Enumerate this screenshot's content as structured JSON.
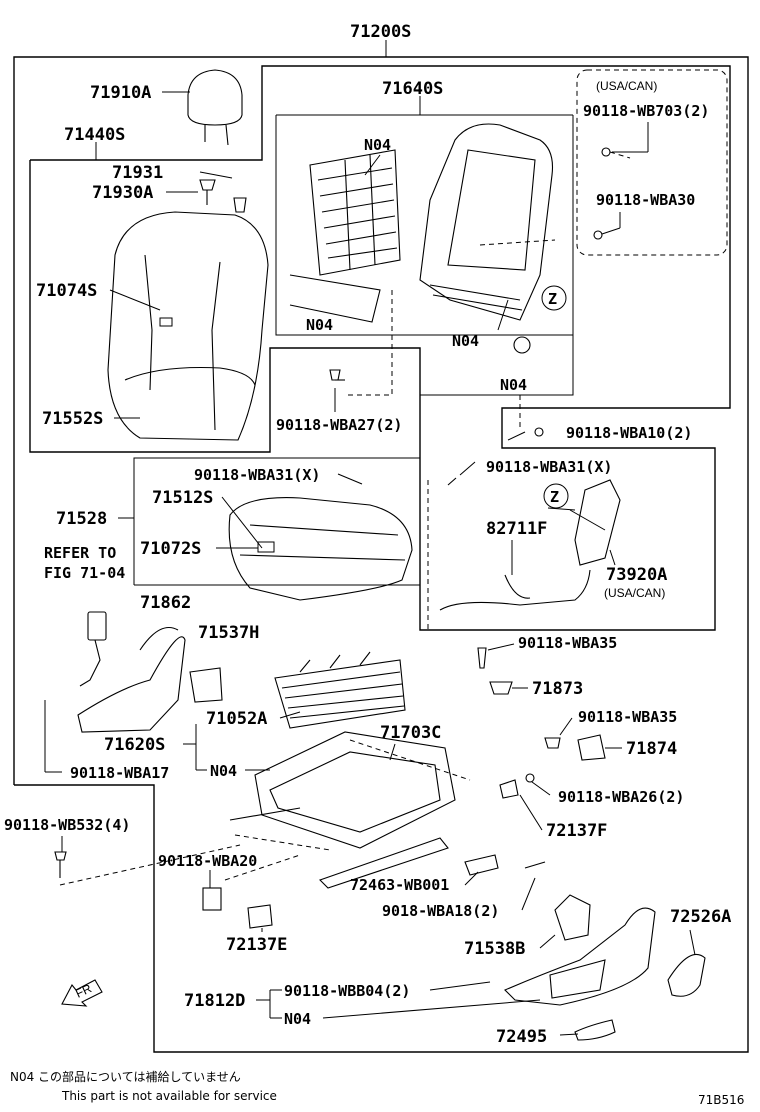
{
  "assembly": {
    "main_label": "71200S"
  },
  "parts": {
    "p71910A": "71910A",
    "p71440S": "71440S",
    "p71931": "71931",
    "p71930A": "71930A",
    "p71074S": "71074S",
    "p71552S": "71552S",
    "p71640S": "71640S",
    "n04_springs_top": "N04",
    "n04_springs_bottom": "N04",
    "n04_frame": "N04",
    "n04_bolt": "N04",
    "usa_can_box": "(USA/CAN)",
    "b_90118_WB703": "90118-WB703(2)",
    "b_90118_WBA30": "90118-WBA30",
    "b_90118_WBA27": "90118-WBA27(2)",
    "b_90118_WBA10": "90118-WBA10(2)",
    "b_90118_WBA31_a": "90118-WBA31(X)",
    "b_90118_WBA31_b": "90118-WBA31(X)",
    "p71512S": "71512S",
    "p71528": "71528",
    "p71072S": "71072S",
    "p82711F": "82711F",
    "p73920A": "73920A",
    "usa_can_small": "(USA/CAN)",
    "refer_line1": "REFER TO",
    "refer_line2": "FIG 71-04",
    "p71862": "71862",
    "p71537H": "71537H",
    "b_90118_WBA35_a": "90118-WBA35",
    "p71873": "71873",
    "p71052A": "71052A",
    "p71703C": "71703C",
    "p71620S": "71620S",
    "n04_cushion": "N04",
    "b_90118_WBA17": "90118-WBA17",
    "b_90118_WBA35_b": "90118-WBA35",
    "p71874": "71874",
    "b_90118_WBA26": "90118-WBA26(2)",
    "p72137F": "72137F",
    "b_90118_WB532": "90118-WB532(4)",
    "b_90118_WBA20": "90118-WBA20",
    "p72463": "72463-WB001",
    "b_9018_WBA18": "9018-WBA18(2)",
    "p72137E": "72137E",
    "p71538B": "71538B",
    "p72526A": "72526A",
    "p71812D": "71812D",
    "b_90118_WBB04": "90118-WBB04(2)",
    "n04_bottom": "N04",
    "p72495": "72495",
    "fr_arrow": "FR"
  },
  "footer": {
    "note_jp": "N04  この部品については補給していません",
    "note_en": "This part is not available for service",
    "figure_id": "71B516"
  },
  "callout_z": "Z"
}
